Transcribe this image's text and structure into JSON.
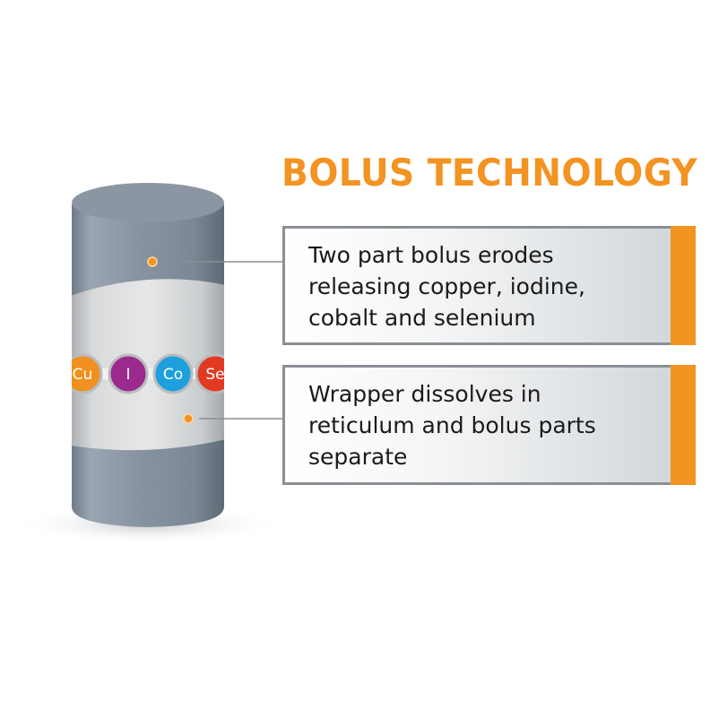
{
  "title": "BOLUS TECHNOLOGY",
  "callouts": [
    {
      "text": "Two part bolus erodes\nreleasing copper, iodine,\ncobalt and selenium"
    },
    {
      "text": "Wrapper dissolves in\nreticulum and bolus parts\nseparate"
    }
  ],
  "elements": [
    {
      "symbol": "Cu",
      "color": "#f0901e"
    },
    {
      "symbol": "I",
      "color": "#9b2a8f"
    },
    {
      "symbol": "Co",
      "color": "#1ea0dc"
    },
    {
      "symbol": "Se",
      "color": "#e23a22"
    }
  ],
  "colors": {
    "accent": "#f39322",
    "line": "#8a8f94"
  }
}
